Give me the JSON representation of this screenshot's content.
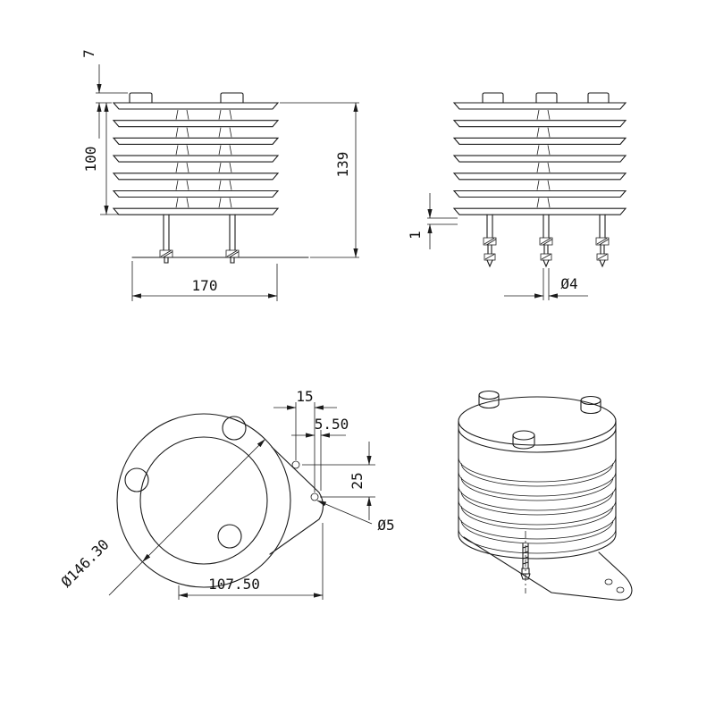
{
  "front_view": {
    "dim_cap_height": "7",
    "dim_louver_height": "100",
    "dim_overall_height": "139",
    "dim_base_width": "170"
  },
  "side_view": {
    "dim_washer_thickness": "1",
    "dim_bolt_diameter": "Ø4"
  },
  "top_view": {
    "dim_tab_hole_offset": "15",
    "dim_tab_edge_offset": "5.50",
    "dim_tab_hole_spacing": "25",
    "dim_tab_hole_diameter": "Ø5",
    "dim_outer_diameter": "Ø146.30",
    "dim_tab_length": "107.50"
  }
}
